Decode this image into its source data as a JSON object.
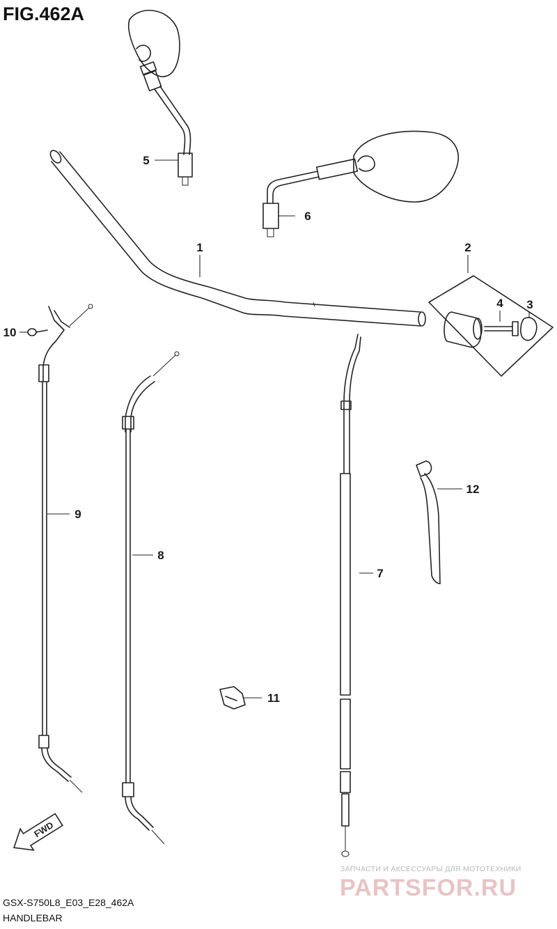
{
  "figure": {
    "title": "FIG.462A"
  },
  "footer": {
    "model_code": "GSX-S750L8_E03_E28_462A",
    "section_name": "HANDLEBAR"
  },
  "parts": [
    {
      "num": "1"
    },
    {
      "num": "2"
    },
    {
      "num": "3"
    },
    {
      "num": "4"
    },
    {
      "num": "5"
    },
    {
      "num": "6"
    },
    {
      "num": "7"
    },
    {
      "num": "8"
    },
    {
      "num": "9"
    },
    {
      "num": "10"
    },
    {
      "num": "11"
    },
    {
      "num": "12"
    }
  ],
  "direction_arrow": {
    "text": "FWD"
  },
  "watermark": {
    "tagline": "ЗАПЧАСТИ И АКСЕССУАРЫ ДЛЯ МОТОТЕХНИКИ",
    "brand": "PARTSFOR.RU"
  },
  "colors": {
    "line": "#222222",
    "background": "#ffffff",
    "watermark": "#e8c4c4"
  }
}
